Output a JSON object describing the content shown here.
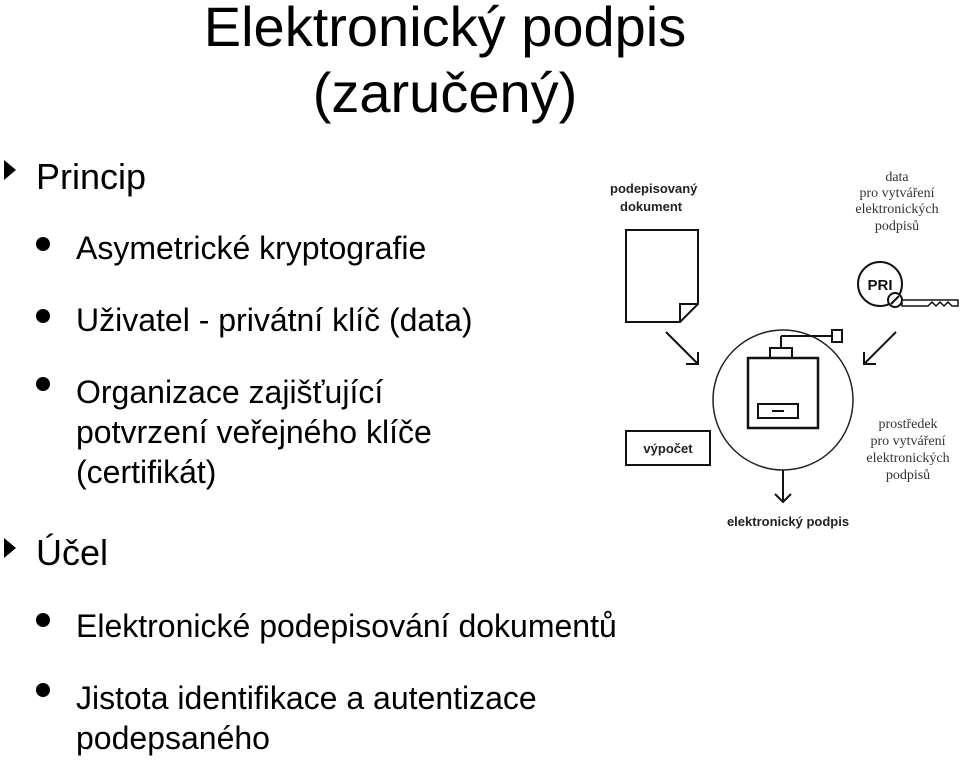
{
  "slide": {
    "title_line1": "Elektronický podpis",
    "title_line2": "(zaručený)",
    "sections": [
      {
        "heading": "Princip",
        "bullets": [
          "Asymetrické kryptografie",
          "Uživatel - privátní klíč (data)",
          [
            "Organizace zajišťující",
            "potvrzení veřejného klíče",
            "(certifikát)"
          ]
        ]
      },
      {
        "heading": "Účel",
        "bullets": [
          "Elektronické podepisování dokumentů",
          [
            "Jistota identifikace a autentizace",
            "podepsaného"
          ]
        ]
      }
    ]
  },
  "diagram": {
    "signed_document_line1": "podepisovaný",
    "signed_document_line2": "dokument",
    "data_label": [
      "data",
      "pro vytváření",
      "elektronických",
      "podpisů"
    ],
    "key_label": "PRI",
    "computation_label": "výpočet",
    "device_label": [
      "prostředek",
      "pro vytváření",
      "elektronických",
      "podpisů"
    ],
    "output_label": "elektronický podpis"
  }
}
